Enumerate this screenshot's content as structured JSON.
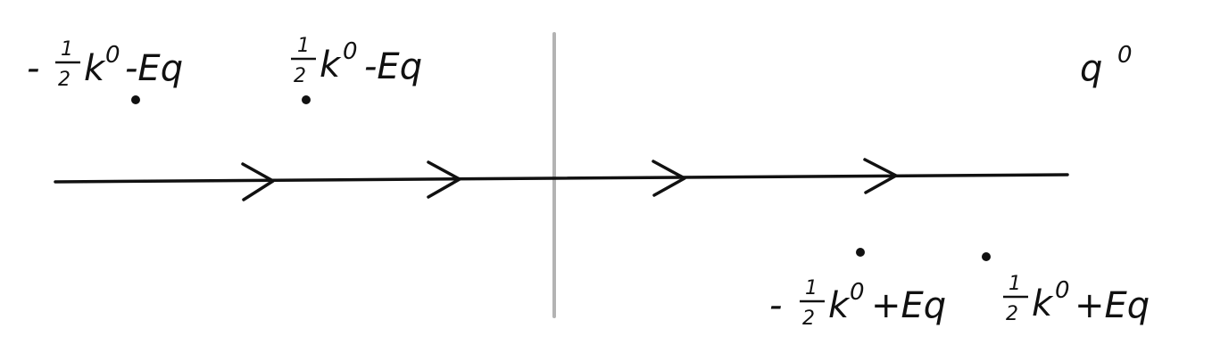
{
  "diagram": {
    "axis_label": {
      "base": "q",
      "sup": "0"
    },
    "poles_upper": [
      {
        "sign": "-",
        "frac_num": "1",
        "frac_den": "2",
        "k": "k",
        "k_sup": "0",
        "rest": "-Eq"
      },
      {
        "sign": "",
        "frac_num": "1",
        "frac_den": "2",
        "k": "k",
        "k_sup": "0",
        "rest": "-Eq"
      }
    ],
    "poles_lower": [
      {
        "sign": "-",
        "frac_num": "1",
        "frac_den": "2",
        "k": "k",
        "k_sup": "0",
        "rest": "+Eq"
      },
      {
        "sign": "",
        "frac_num": "1",
        "frac_den": "2",
        "k": "k",
        "k_sup": "0",
        "rest": "+Eq"
      }
    ],
    "colors": {
      "ink": "#111111",
      "imaginary_axis": "#b3b3b3"
    }
  }
}
